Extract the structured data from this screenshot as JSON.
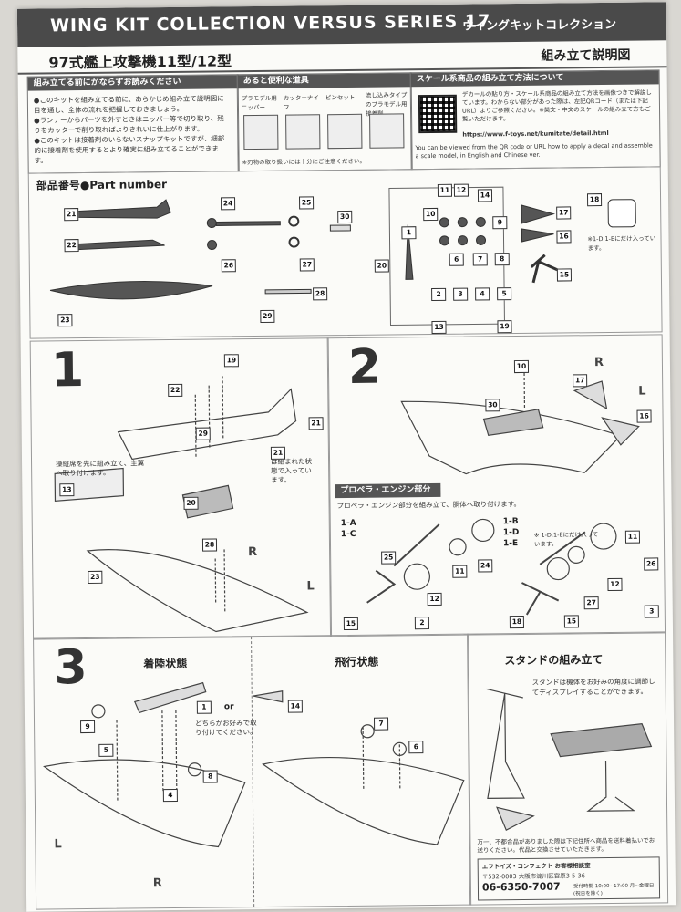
{
  "header": {
    "series": "WING KIT COLLECTION VERSUS SERIES 17",
    "series_jp": "ウイングキットコレクション"
  },
  "title": {
    "aircraft": "97式艦上攻撃機11型/12型",
    "guide": "組み立て説明図"
  },
  "before": {
    "heading": "組み立てる前にかならずお読みください",
    "bullets": [
      "●このキットを組み立てる前に、あらかじめ組み立て説明図に目を通し、全体の流れを把握しておきましょう。",
      "●ランナーからパーツを外すときはニッパー等で切り取り、残りをカッターで削り取ればよりきれいに仕上がります。",
      "●このキットは接着剤のいらないスナップキットですが、細部的に接着剤を使用するとより確実に組み立てることができます。"
    ]
  },
  "tools": {
    "heading": "あると便利な道具",
    "items": [
      "プラモデル用ニッパー",
      "カッターナイフ",
      "ピンセット",
      "流し込みタイプのプラモデル用接着剤"
    ],
    "note": "※刃物の取り扱いには十分にご注意ください。"
  },
  "scale": {
    "heading": "スケール系商品の組み立て方法について",
    "text": "デカールの貼り方・スケール系商品の組み立て方法を画像つきで解説しています。わからない部分があった際は、左記QRコード（または下記URL）よりご参照ください。※英文・中文のスケールの組み立て方もご覧いただけます。",
    "url": "https://www.f-toys.net/kumitate/detail.html",
    "english": "You can be viewed from the QR code or URL how to apply a decal and assemble a scale model, in English and Chinese ver."
  },
  "parts": {
    "heading": "部品番号●Part number",
    "numbers": [
      "21",
      "22",
      "23",
      "24",
      "25",
      "26",
      "27",
      "28",
      "29",
      "30",
      "11",
      "12",
      "14",
      "10",
      "9",
      "17",
      "16",
      "1",
      "7",
      "6",
      "8",
      "20",
      "2",
      "3",
      "4",
      "5",
      "15",
      "13",
      "19",
      "18"
    ],
    "note": "※1-D.1-Eにだけ入っています。"
  },
  "step1": {
    "num": "1",
    "callout": "操縦席を先に組み立て、主翼へ取り付けます。",
    "assembled": "は組まれた状態で入っています。",
    "labels": [
      "19",
      "22",
      "29",
      "21",
      "21",
      "13",
      "20",
      "28",
      "23"
    ],
    "r": "R",
    "l": "L"
  },
  "step2": {
    "num": "2",
    "labels": [
      "10",
      "17",
      "30",
      "16"
    ],
    "r": "R",
    "l": "L",
    "prop": {
      "heading": "プロペラ・エンジン部分",
      "text": "プロペラ・エンジン部分を組み立て、胴体へ取り付けます。",
      "typeA": "1-A",
      "typeC": "1-C",
      "typeB": "1-B",
      "typeD": "1-D",
      "typeE": "1-E",
      "note": "※ 1-D.1-Eにだけ入っています。",
      "labels": [
        "25",
        "24",
        "11",
        "12",
        "15",
        "2",
        "11",
        "26",
        "12",
        "27",
        "18",
        "15",
        "3"
      ]
    }
  },
  "step3": {
    "num": "3",
    "landing": "着陸状態",
    "flight": "飛行状態",
    "or": "or",
    "choose": "どちらかお好みで取り付けてください。",
    "labels": [
      "1",
      "14",
      "9",
      "5",
      "4",
      "8",
      "7",
      "6"
    ],
    "r": "R",
    "l": "L"
  },
  "stand": {
    "heading": "スタンドの組み立て",
    "text": "スタンドは機体をお好みの角度に調節してディスプレイすることができます。"
  },
  "footer": {
    "note": "万一、不都合品がありました際は下記住所へ商品を送料着払いでお送りください。代品と交換させていただきます。",
    "company": "エフトイズ・コンフェクト お客様相談室",
    "address": "〒532-0003 大阪市淀川区宮原3-5-36",
    "tel": "06-6350-7007",
    "hours": "受付時間 10:00~17:00 月~金曜日(祝日を除く)"
  }
}
